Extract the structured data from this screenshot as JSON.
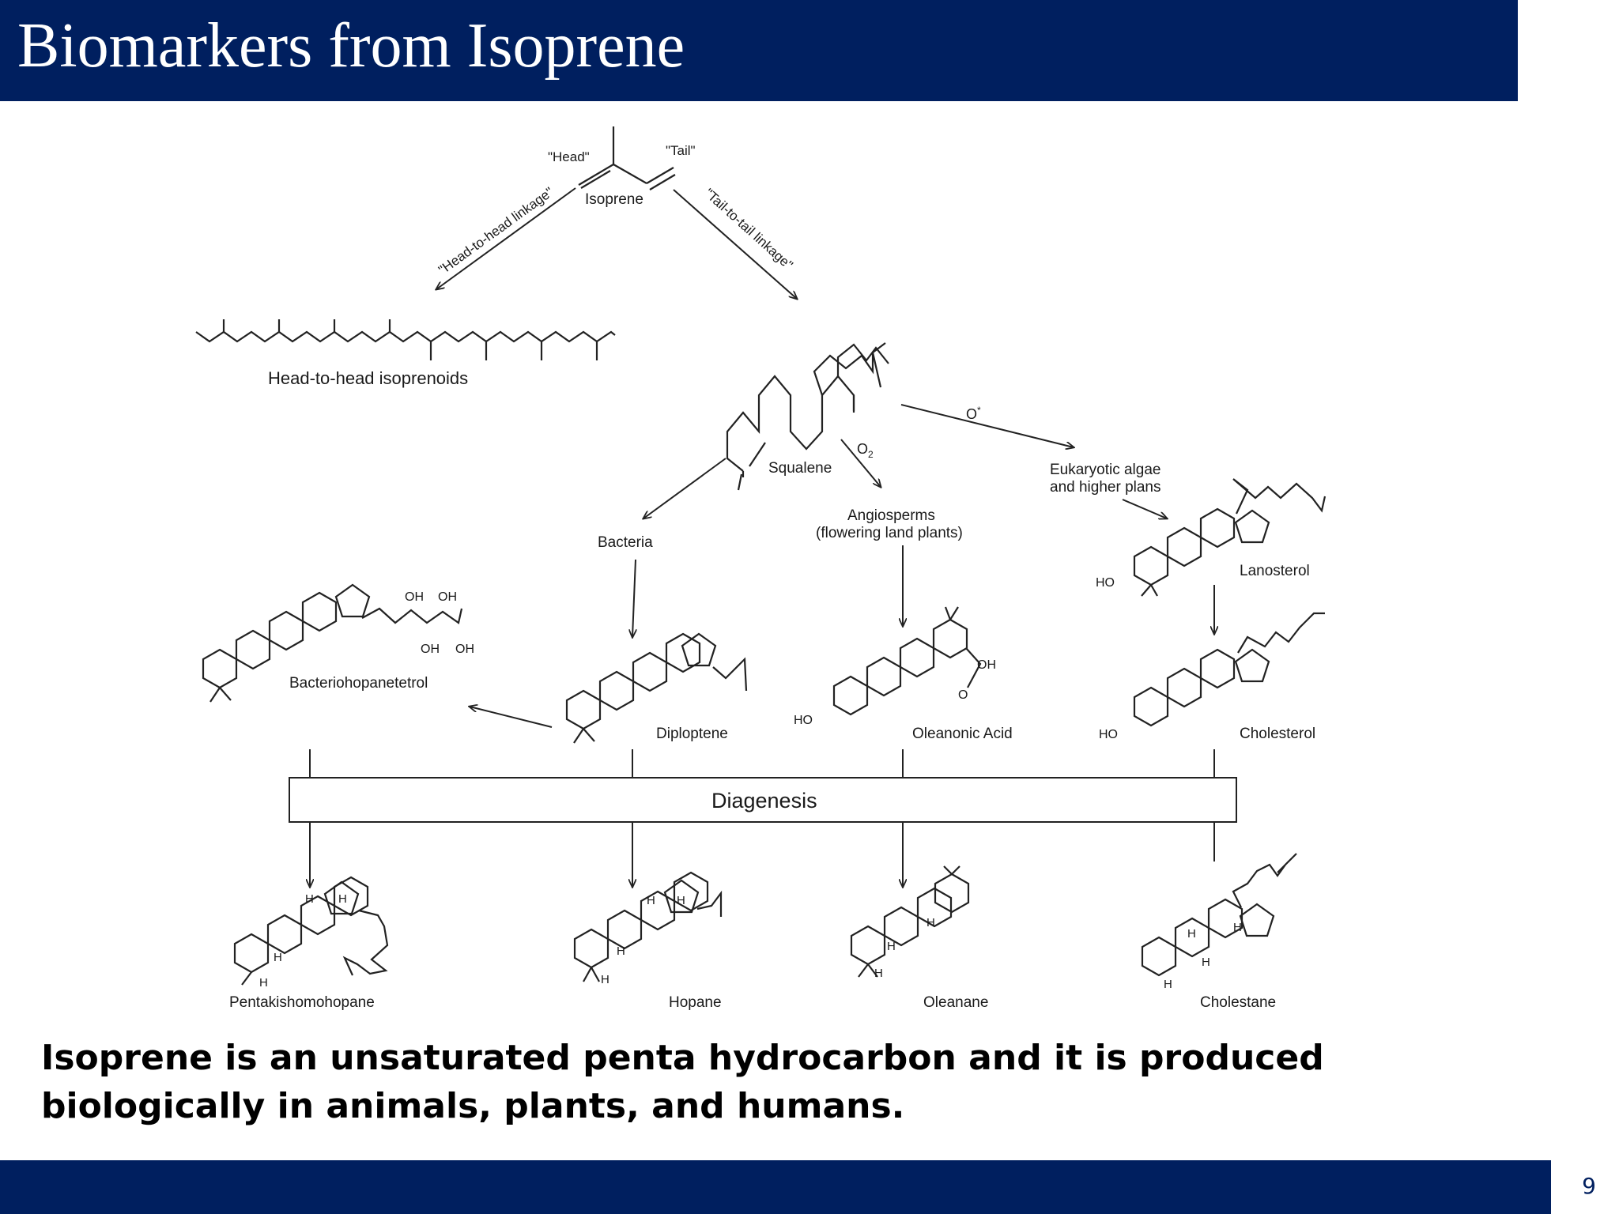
{
  "slide": {
    "title": "Biomarkers from Isoprene",
    "caption": "Isoprene is an unsaturated penta hydrocarbon and it is produced biologically in animals, plants, and humans.",
    "page_number": "9",
    "colors": {
      "bar": "#001f5f",
      "background": "#ffffff"
    }
  },
  "diagram": {
    "isoprene": {
      "head": "\"Head\"",
      "tail": "\"Tail\"",
      "name": "Isoprene"
    },
    "linkages": {
      "head_to_head": "\"Head-to-head linkage\"",
      "tail_to_tail": "\"Tail-to-tail linkage\""
    },
    "head_to_head_isoprenoids": "Head-to-head isoprenoids",
    "squalene": "Squalene",
    "oxygen_left": "O",
    "oxygen_right": "O",
    "oxygen_left_sub": "2",
    "oxygen_right_sup": "*",
    "bacteria": "Bacteria",
    "angiosperms": [
      "Angiosperms",
      "(flowering land plants)"
    ],
    "eukaryotic": [
      "Eukaryotic algae",
      "and higher plans"
    ],
    "lanosterol": "Lanosterol",
    "bacteriohopanetetrol": "Bacteriohopanetetrol",
    "diploptene": "Diploptene",
    "oleanonic_acid": "Oleanonic Acid",
    "cholesterol": "Cholesterol",
    "diagenesis": "Diagenesis",
    "products": {
      "pentakishomohopane": "Pentakishomohopane",
      "hopane": "Hopane",
      "oleanane": "Oleanane",
      "cholestane": "Cholestane"
    },
    "groups": {
      "oh": "OH",
      "ho": "HO",
      "h": "H",
      "o": "O"
    }
  }
}
